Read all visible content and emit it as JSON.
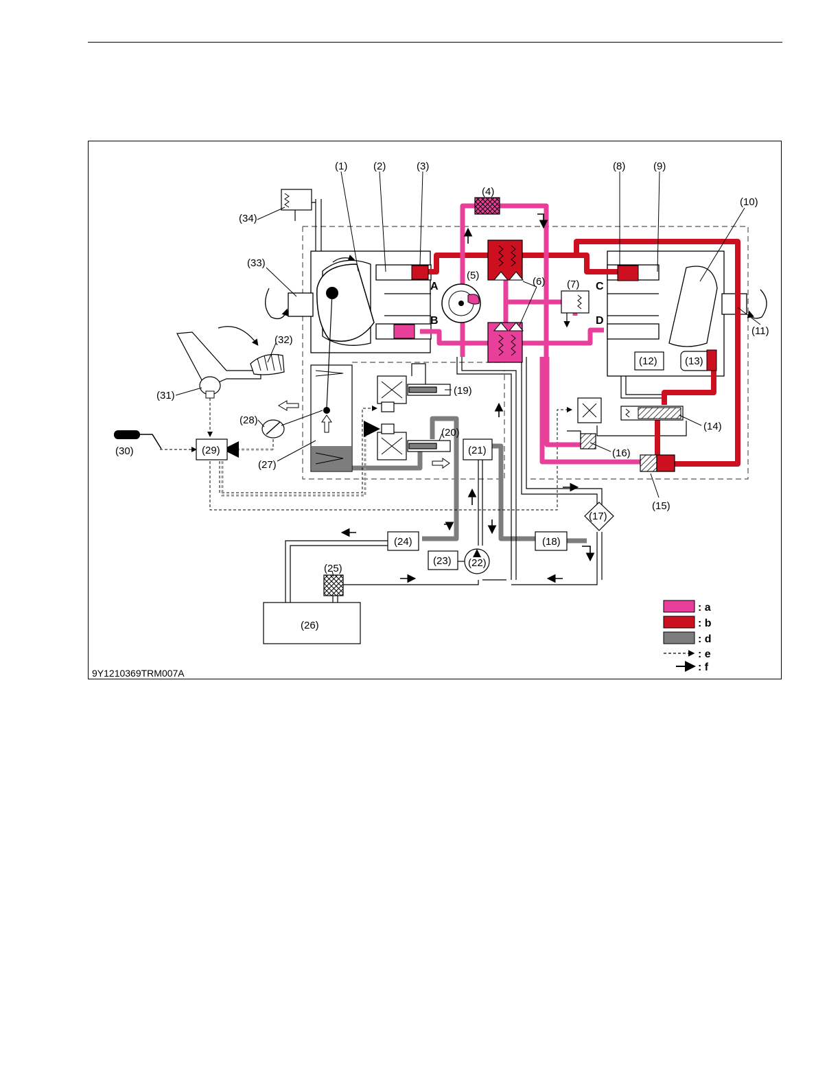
{
  "figure_code": "9Y1210369TRM007A",
  "colors": {
    "a_pink": "#e8409a",
    "b_red": "#cc1020",
    "d_gray": "#7d7d7d",
    "line": "#000000"
  },
  "ports": {
    "A": "A",
    "B": "B",
    "C": "C",
    "D": "D"
  },
  "labels": {
    "l1": "(1)",
    "l2": "(2)",
    "l3": "(3)",
    "l4": "(4)",
    "l5": "(5)",
    "l6": "(6)",
    "l7": "(7)",
    "l8": "(8)",
    "l9": "(9)",
    "l10": "(10)",
    "l11": "(11)",
    "l12": "(12)",
    "l13": "(13)",
    "l14": "(14)",
    "l15": "(15)",
    "l16": "(16)",
    "l17": "(17)",
    "l18": "(18)",
    "l19": "(19)",
    "l20": "(20)",
    "l21": "(21)",
    "l22": "(22)",
    "l23": "(23)",
    "l24": "(24)",
    "l25": "(25)",
    "l26": "(26)",
    "l27": "(27)",
    "l28": "(28)",
    "l29": "(29)",
    "l30": "(30)",
    "l31": "(31)",
    "l32": "(32)",
    "l33": "(33)",
    "l34": "(34)"
  },
  "legend": {
    "a": ": a",
    "b": ": b",
    "d": ": d",
    "e": ": e",
    "f": ": f"
  }
}
